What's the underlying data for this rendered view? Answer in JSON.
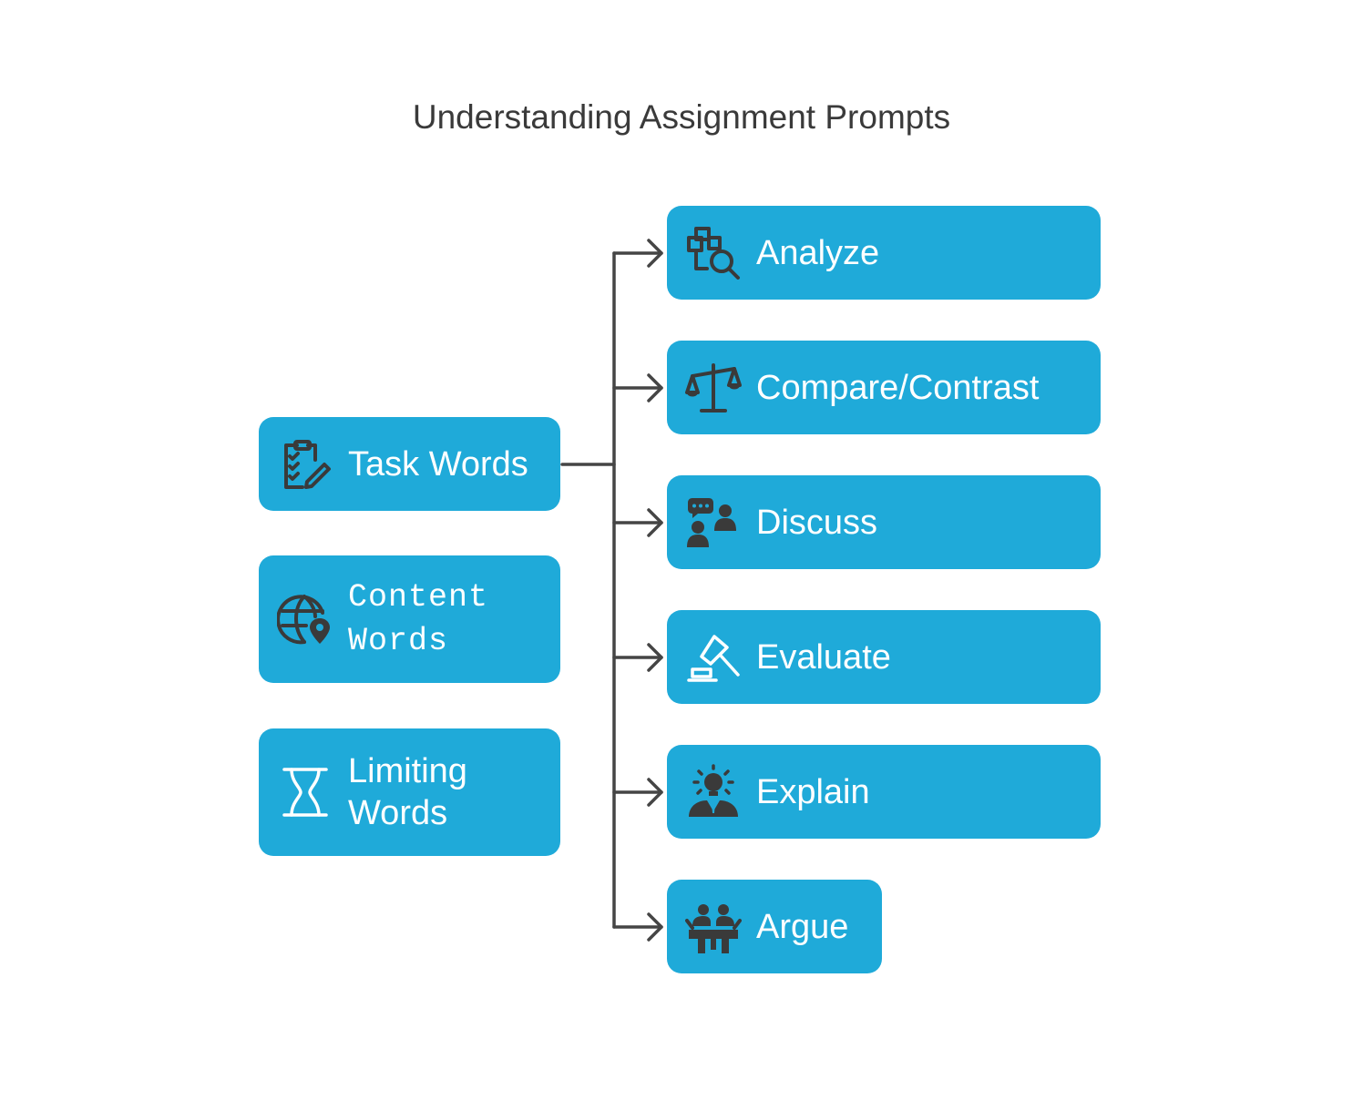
{
  "title": "Understanding Assignment Prompts",
  "left_nodes": [
    {
      "label": "Task Words",
      "icon": "clipboard-check-icon"
    },
    {
      "label_line1": "Content",
      "label_line2": "Words",
      "icon": "globe-location-icon"
    },
    {
      "label_line1": "Limiting",
      "label_line2": "Words",
      "icon": "hourglass-icon"
    }
  ],
  "right_nodes": [
    {
      "label": "Analyze",
      "icon": "analyze-search-icon"
    },
    {
      "label": "Compare/Contrast",
      "icon": "scales-icon"
    },
    {
      "label": "Discuss",
      "icon": "discussion-people-icon"
    },
    {
      "label": "Evaluate",
      "icon": "gavel-icon"
    },
    {
      "label": "Explain",
      "icon": "lightbulb-person-icon"
    },
    {
      "label": "Argue",
      "icon": "debate-podium-icon"
    }
  ],
  "colors": {
    "box": "#1faad9",
    "icon": "#3a3a3a",
    "connector": "#454545",
    "title": "#3a3a3a",
    "label": "#ffffff"
  }
}
